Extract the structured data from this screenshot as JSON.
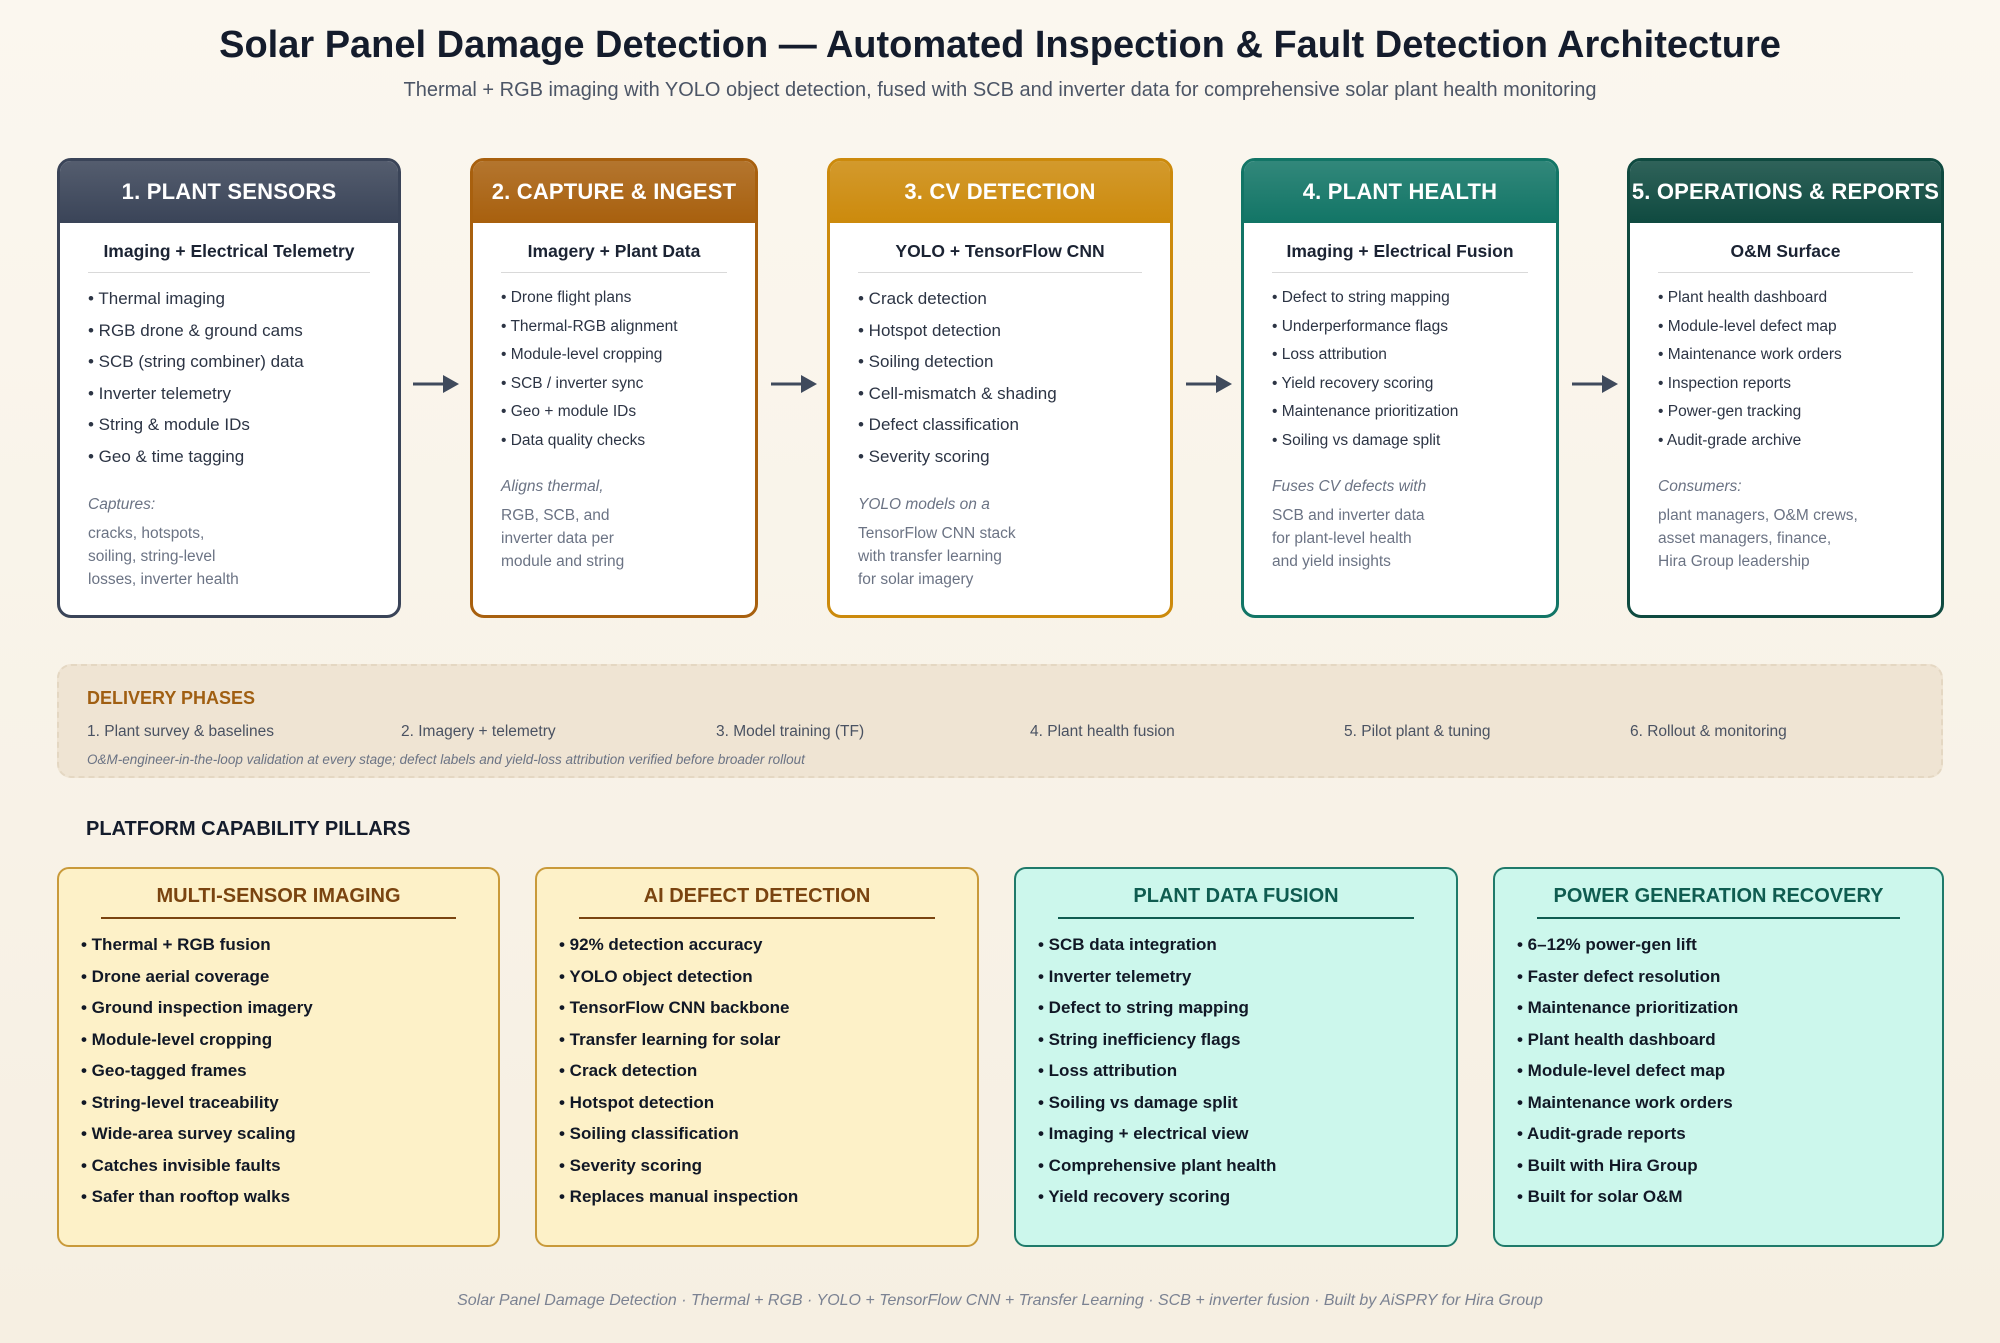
{
  "header": {
    "title": "Solar Panel Damage Detection — Automated Inspection & Fault Detection Architecture",
    "subtitle": "Thermal + RGB imaging with YOLO object detection, fused with SCB and inverter data for comprehensive solar plant health monitoring"
  },
  "stages": [
    {
      "title": "1. PLANT SENSORS",
      "subtitle": "Imaging + Electrical Telemetry",
      "items": [
        "• Thermal imaging",
        "• RGB drone & ground cams",
        "• SCB (string combiner) data",
        "• Inverter telemetry",
        "• String & module IDs",
        "• Geo & time tagging"
      ],
      "note_label": "Captures:",
      "note": [
        "cracks, hotspots,",
        "soiling, string-level",
        "losses, inverter health"
      ],
      "color": "#3a4458"
    },
    {
      "title": "2. CAPTURE & INGEST",
      "subtitle": "Imagery + Plant Data",
      "items": [
        "• Drone flight plans",
        "• Thermal-RGB alignment",
        "• Module-level cropping",
        "• SCB / inverter sync",
        "• Geo + module IDs",
        "• Data quality checks"
      ],
      "note_label": "Aligns thermal,",
      "note": [
        "RGB, SCB, and",
        "inverter data per",
        "module and string"
      ],
      "color": "#a8600e"
    },
    {
      "title": "3. CV DETECTION",
      "subtitle": "YOLO + TensorFlow CNN",
      "items": [
        "• Crack detection",
        "• Hotspot detection",
        "• Soiling detection",
        "• Cell-mismatch & shading",
        "• Defect classification",
        "• Severity scoring"
      ],
      "note_label": "YOLO models on a",
      "note": [
        "TensorFlow CNN stack",
        "with transfer learning",
        "for solar imagery"
      ],
      "color": "#cc8a0c"
    },
    {
      "title": "4. PLANT HEALTH",
      "subtitle": "Imaging + Electrical Fusion",
      "items": [
        "• Defect to string mapping",
        "• Underperformance flags",
        "• Loss attribution",
        "• Yield recovery scoring",
        "• Maintenance prioritization",
        "• Soiling vs damage split"
      ],
      "note_label": "Fuses CV defects with",
      "note": [
        "SCB and inverter data",
        "for plant-level health",
        "and yield insights"
      ],
      "color": "#127566"
    },
    {
      "title": "5. OPERATIONS & REPORTS",
      "subtitle": "O&M Surface",
      "items": [
        "• Plant health dashboard",
        "• Module-level defect map",
        "• Maintenance work orders",
        "• Inspection reports",
        "• Power-gen tracking",
        "• Audit-grade archive"
      ],
      "note_label": "Consumers:",
      "note": [
        "plant managers, O&M crews,",
        "asset managers, finance,",
        "Hira Group leadership"
      ],
      "color": "#0f4a40"
    }
  ],
  "phases": {
    "title": "DELIVERY PHASES",
    "items": [
      "1. Plant survey & baselines",
      "2. Imagery + telemetry",
      "3. Model training (TF)",
      "4. Plant health fusion",
      "5. Pilot plant & tuning",
      "6. Rollout & monitoring"
    ],
    "note": "O&M-engineer-in-the-loop validation at every stage; defect labels and yield-loss attribution verified before broader rollout"
  },
  "pillars_title": "PLATFORM CAPABILITY PILLARS",
  "pillars": [
    {
      "title": "MULTI-SENSOR IMAGING",
      "items": [
        "• Thermal + RGB fusion",
        "• Drone aerial coverage",
        "• Ground inspection imagery",
        "• Module-level cropping",
        "• Geo-tagged frames",
        "• String-level traceability",
        "• Wide-area survey scaling",
        "• Catches invisible faults",
        "• Safer than rooftop walks"
      ],
      "bg": "#fdf1c8",
      "border": "#c99a3a",
      "title_color": "#7a4410"
    },
    {
      "title": "AI DEFECT DETECTION",
      "items": [
        "• 92% detection accuracy",
        "• YOLO object detection",
        "• TensorFlow CNN backbone",
        "• Transfer learning for solar",
        "• Crack detection",
        "• Hotspot detection",
        "• Soiling classification",
        "• Severity scoring",
        "• Replaces manual inspection"
      ],
      "bg": "#fdf1c8",
      "border": "#c99a3a",
      "title_color": "#7a4410"
    },
    {
      "title": "PLANT DATA FUSION",
      "items": [
        "• SCB data integration",
        "• Inverter telemetry",
        "• Defect to string mapping",
        "• String inefficiency flags",
        "• Loss attribution",
        "• Soiling vs damage split",
        "• Imaging + electrical view",
        "• Comprehensive plant health",
        "• Yield recovery scoring"
      ],
      "bg": "#ccf7ec",
      "border": "#1f7a6a",
      "title_color": "#0f5c50"
    },
    {
      "title": "POWER GENERATION RECOVERY",
      "items": [
        "• 6–12% power-gen lift",
        "• Faster defect resolution",
        "• Maintenance prioritization",
        "• Plant health dashboard",
        "• Module-level defect map",
        "• Maintenance work orders",
        "• Audit-grade reports",
        "• Built with Hira Group",
        "• Built for solar O&M"
      ],
      "bg": "#ccf7ec",
      "border": "#1f7a6a",
      "title_color": "#0f5c50"
    }
  ],
  "footer": "Solar Panel Damage Detection · Thermal + RGB · YOLO + TensorFlow CNN + Transfer Learning · SCB + inverter fusion · Built by AiSPRY for Hira Group"
}
